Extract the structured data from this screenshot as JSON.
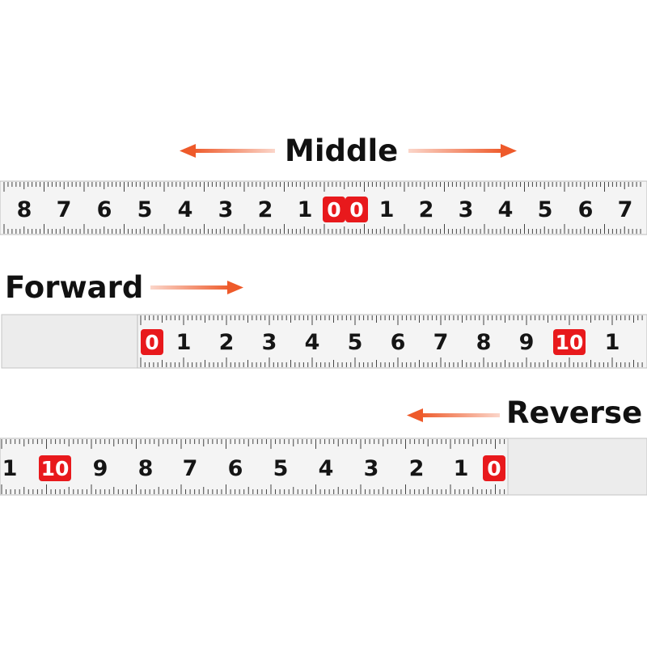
{
  "labels": {
    "middle": "Middle",
    "forward": "Forward",
    "reverse": "Reverse"
  },
  "colors": {
    "arrow": "#ee5a2a",
    "highlight": "#e8191c",
    "tape": "#f4f4f4",
    "ticks": "#444444",
    "numerals": "#151515"
  },
  "tapes": {
    "middle": {
      "numbers": [
        "8",
        "7",
        "6",
        "5",
        "4",
        "3",
        "2",
        "1",
        "0",
        "0",
        "1",
        "2",
        "3",
        "4",
        "5",
        "6",
        "7"
      ],
      "highlighted": [
        "0",
        "0"
      ]
    },
    "forward": {
      "numbers": [
        "0",
        "1",
        "2",
        "3",
        "4",
        "5",
        "6",
        "7",
        "8",
        "9",
        "10",
        "1"
      ],
      "highlighted": [
        "0",
        "10"
      ]
    },
    "reverse": {
      "numbers": [
        "1",
        "10",
        "9",
        "8",
        "7",
        "6",
        "5",
        "4",
        "3",
        "2",
        "1",
        "0"
      ],
      "highlighted": [
        "10",
        "0"
      ]
    }
  }
}
